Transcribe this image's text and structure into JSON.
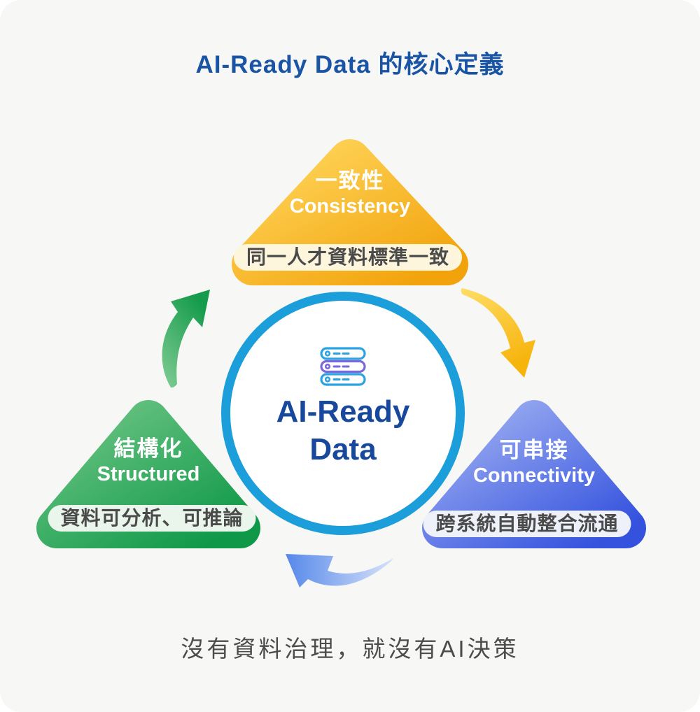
{
  "page": {
    "background": "#f7f7f5"
  },
  "title": {
    "text": "AI-Ready Data 的核心定義",
    "color": "#1a55a5"
  },
  "center": {
    "icon": "database-stack-icon",
    "icon_blue": "#2ba2e2",
    "icon_purple": "#7b68dc",
    "title_line1": "AI-Ready",
    "title_line2": "Data",
    "text_color": "#17489c",
    "border_color": "#1b9ed9"
  },
  "triangles": [
    {
      "name": "consistency",
      "zh": "一致性",
      "en": "Consistency",
      "pill": "同一人才資料標準一致",
      "gradient_from": "#ffd65c",
      "gradient_to": "#f2a30c",
      "pill_bg": "#fdf5dc",
      "pill_text_color": "#4a4a4a"
    },
    {
      "name": "structured",
      "zh": "結構化",
      "en": "Structured",
      "pill": "資料可分析、可推論",
      "gradient_from": "#6cc584",
      "gradient_to": "#0f9848",
      "pill_bg": "#eaf5ec",
      "pill_text_color": "#4a4a4a"
    },
    {
      "name": "connectivity",
      "zh": "可串接",
      "en": "Connectivity",
      "pill": "跨系統自動整合流通",
      "gradient_from": "#9fb0f2",
      "gradient_to": "#3452de",
      "pill_bg": "#eef1fa",
      "pill_text_color": "#4a4a4a"
    }
  ],
  "arrows": [
    {
      "name": "green-curved-arrow",
      "from": "#82cd95",
      "to": "#149b4b"
    },
    {
      "name": "yellow-curved-arrow",
      "from": "#ffdd66",
      "to": "#f6b40c"
    },
    {
      "name": "blue-curved-arrow",
      "from": "#d7e2f9",
      "to": "#5688ea"
    }
  ],
  "footer": {
    "text": "沒有資料治理，就沒有AI決策",
    "color": "#4c4c4c"
  }
}
